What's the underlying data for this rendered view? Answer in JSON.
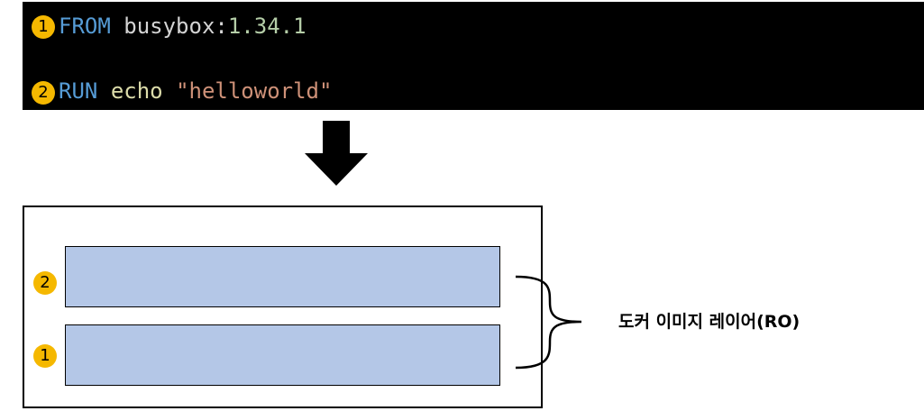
{
  "dockerfile": {
    "lines": [
      {
        "badge": "1",
        "keyword": "FROM",
        "image": "busybox",
        "separator": ":",
        "tag": "1.34.1"
      },
      {
        "badge": "2",
        "keyword": "RUN",
        "command": "echo",
        "argument": "\"helloworld\""
      }
    ]
  },
  "image_layers": {
    "layers": [
      {
        "badge": "2"
      },
      {
        "badge": "1"
      }
    ],
    "label": "도커 이미지 레이어(RO)"
  },
  "colors": {
    "code_background": "#000000",
    "keyword": "#569cd6",
    "plain_text": "#d4d4d4",
    "tag_number": "#b5cea8",
    "command": "#dcdcaa",
    "string": "#ce9178",
    "badge": "#f5b800",
    "layer_fill": "#b4c7e7"
  }
}
